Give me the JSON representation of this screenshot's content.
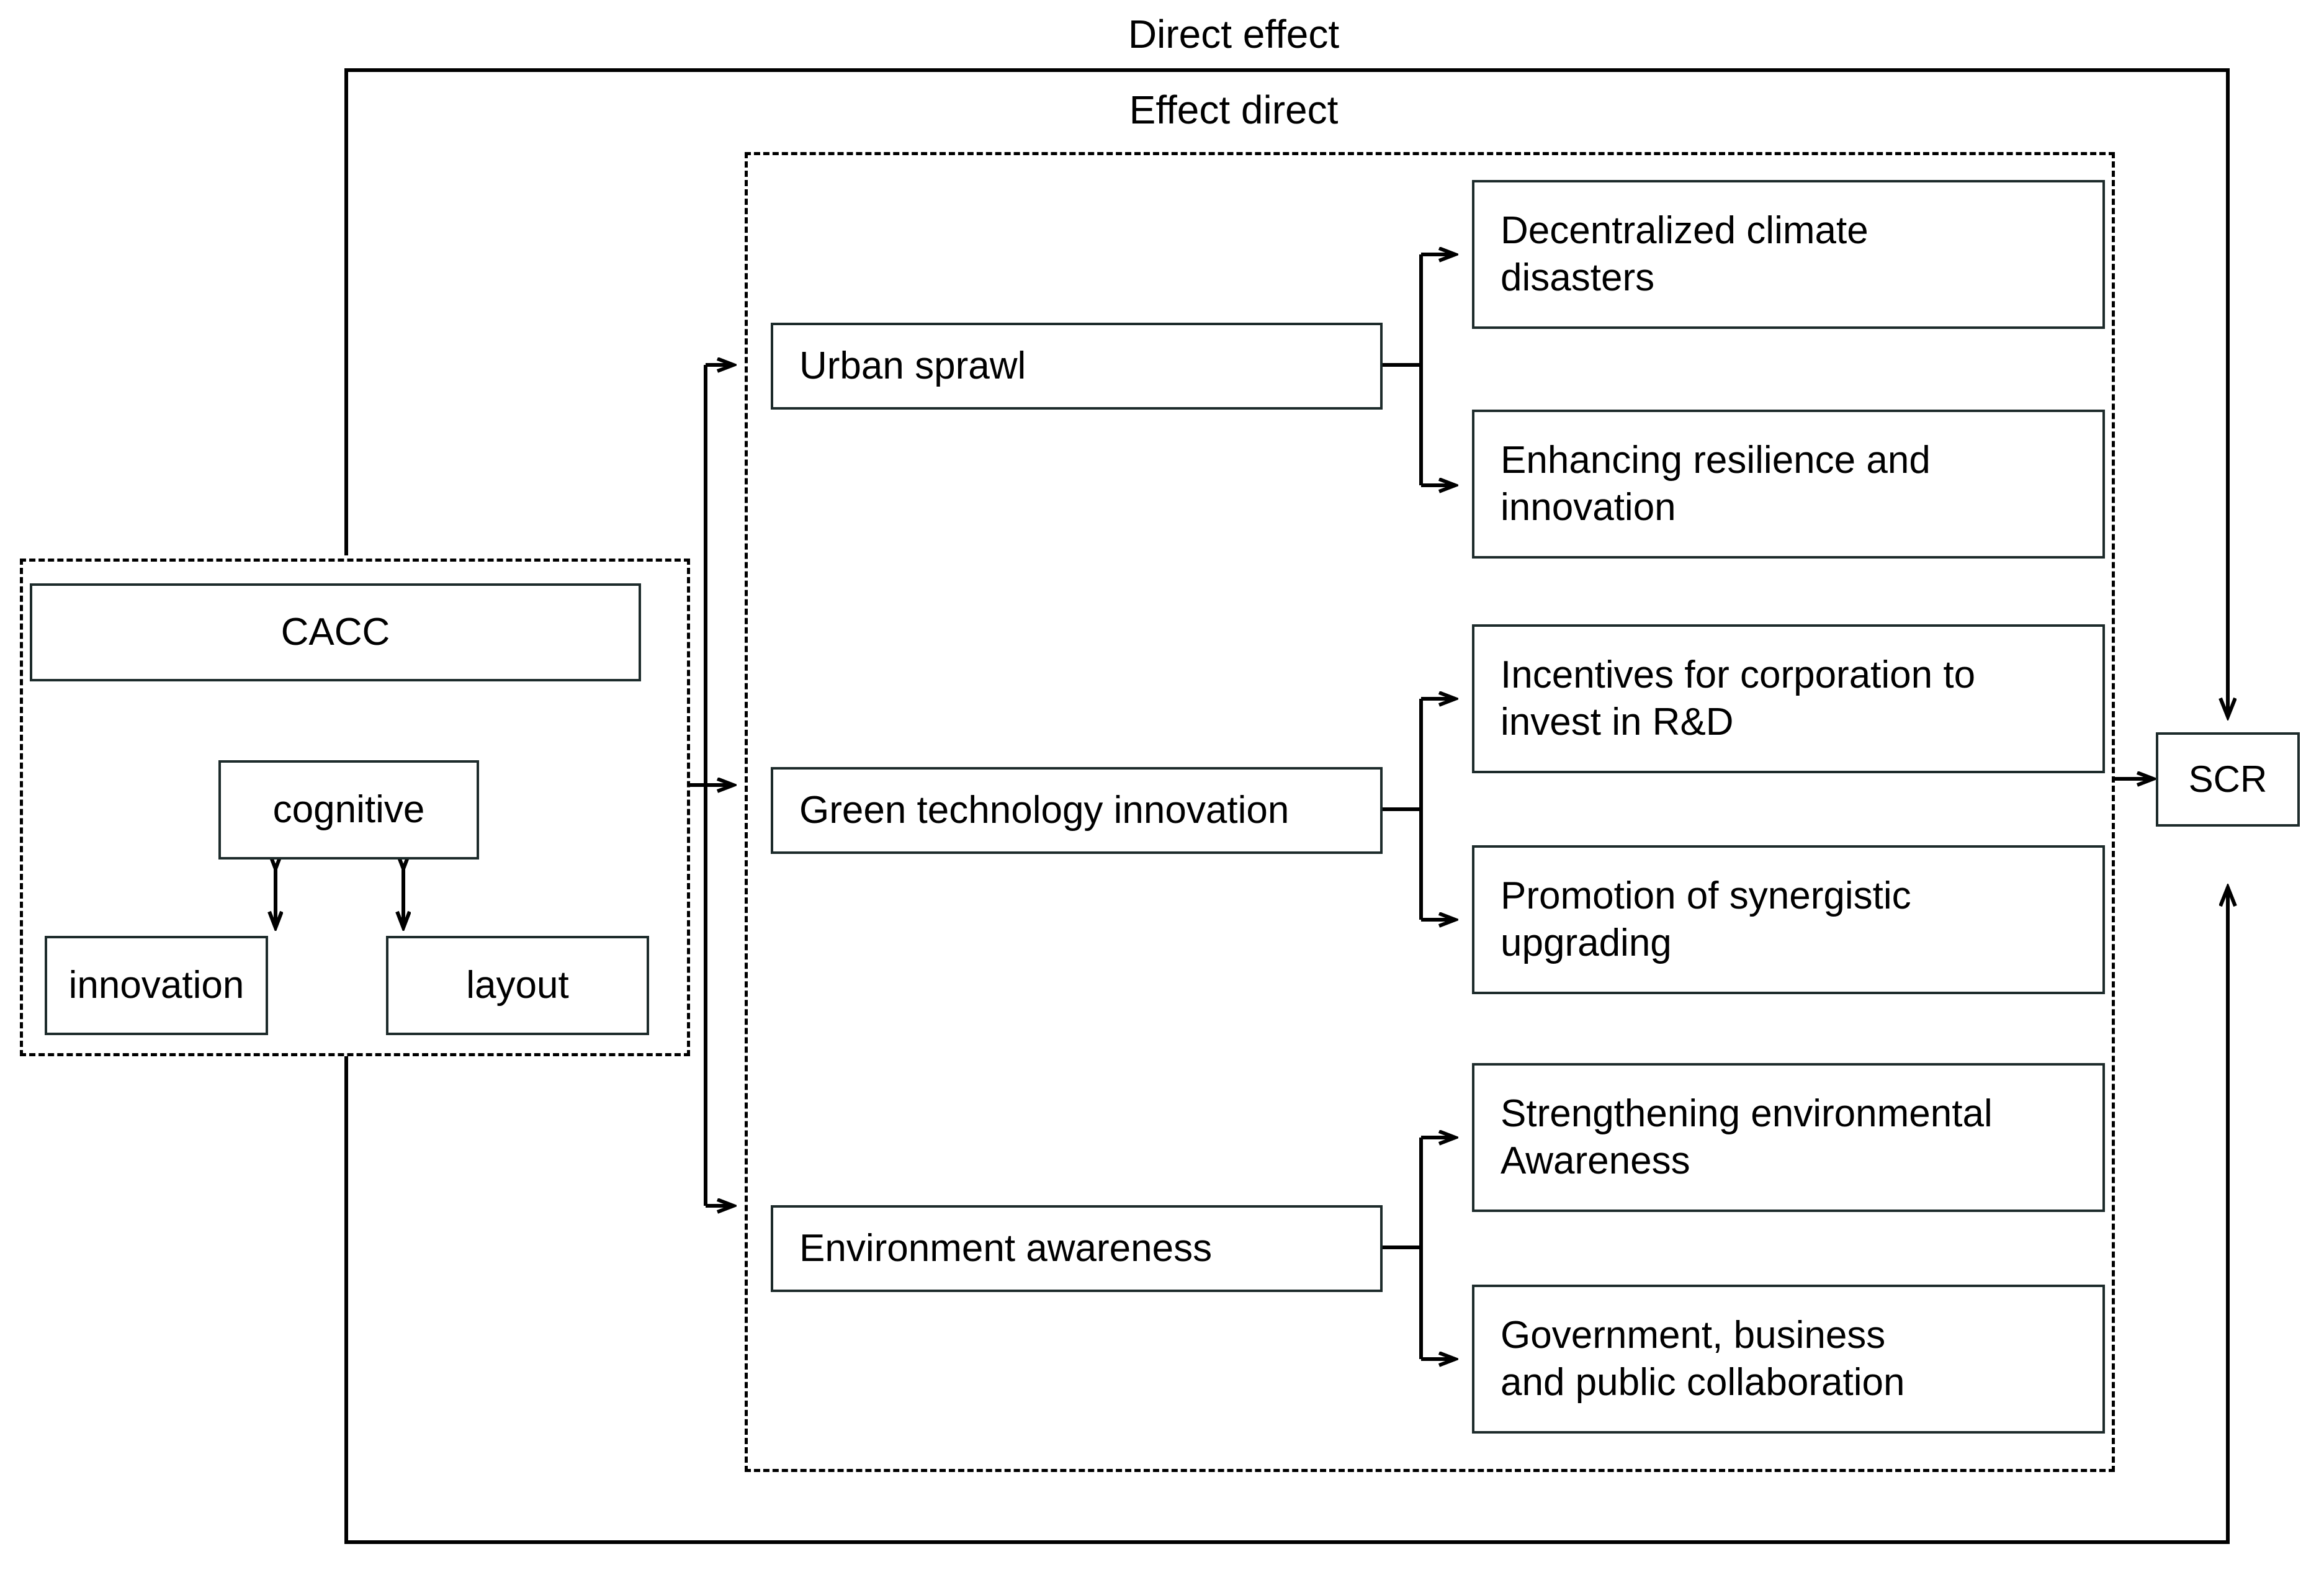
{
  "diagram": {
    "title_direct_effect": "Direct effect",
    "title_effect_direct": "Effect direct",
    "source_group": {
      "label": "",
      "main_box": "CACC",
      "sub_boxes": [
        {
          "label": "cognitive"
        },
        {
          "label": "innovation"
        },
        {
          "label": "layout"
        }
      ]
    },
    "mediator_group": {
      "label": "",
      "mediators": [
        {
          "label": "Urban sprawl",
          "outcomes": [
            "Decentralized climate\ndisasters",
            "Enhancing resilience and\ninnovation"
          ]
        },
        {
          "label": "Green technology innovation",
          "outcomes": [
            "Incentives for corporation to\ninvest in R&D",
            "Promotion of synergistic\nupgrading"
          ]
        },
        {
          "label": "Environment awareness",
          "outcomes": [
            "Strengthening environmental\nAwareness",
            "Government, business\nand public collaboration"
          ]
        }
      ]
    },
    "target": {
      "label": "SCR"
    },
    "colors": {
      "stroke": "#1d2b2b",
      "line": "#000000",
      "background": "#ffffff"
    }
  }
}
